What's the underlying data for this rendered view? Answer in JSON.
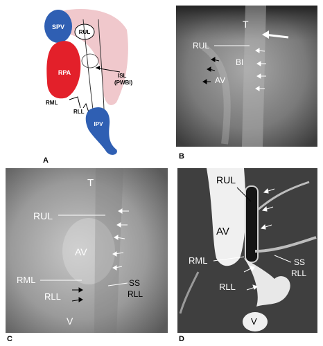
{
  "panels": {
    "a": {
      "label": "A",
      "text": {
        "spv": "SPV",
        "rul": "RUL",
        "rpa": "RPA",
        "isl": "ISL",
        "pwbi": "(PWBI)",
        "rml": "RML",
        "rll": "RLL",
        "ipv": "IPV"
      },
      "colors": {
        "vein": "#2f5fb3",
        "artery": "#e3202a",
        "shadow": "#f0c8cc"
      }
    },
    "b": {
      "label": "B",
      "text": {
        "t": "T",
        "rul": "RUL",
        "bi": "BI",
        "av": "AV"
      }
    },
    "c": {
      "label": "C",
      "text": {
        "t": "T",
        "rul": "RUL",
        "av": "AV",
        "rml": "RML",
        "rll": "RLL",
        "ss": "SS",
        "ss_rll": "RLL",
        "v": "V"
      }
    },
    "d": {
      "label": "D",
      "text": {
        "rul": "RUL",
        "av": "AV",
        "rml": "RML",
        "rll": "RLL",
        "ss": "SS",
        "ss_rll": "RLL",
        "v": "V"
      }
    }
  }
}
